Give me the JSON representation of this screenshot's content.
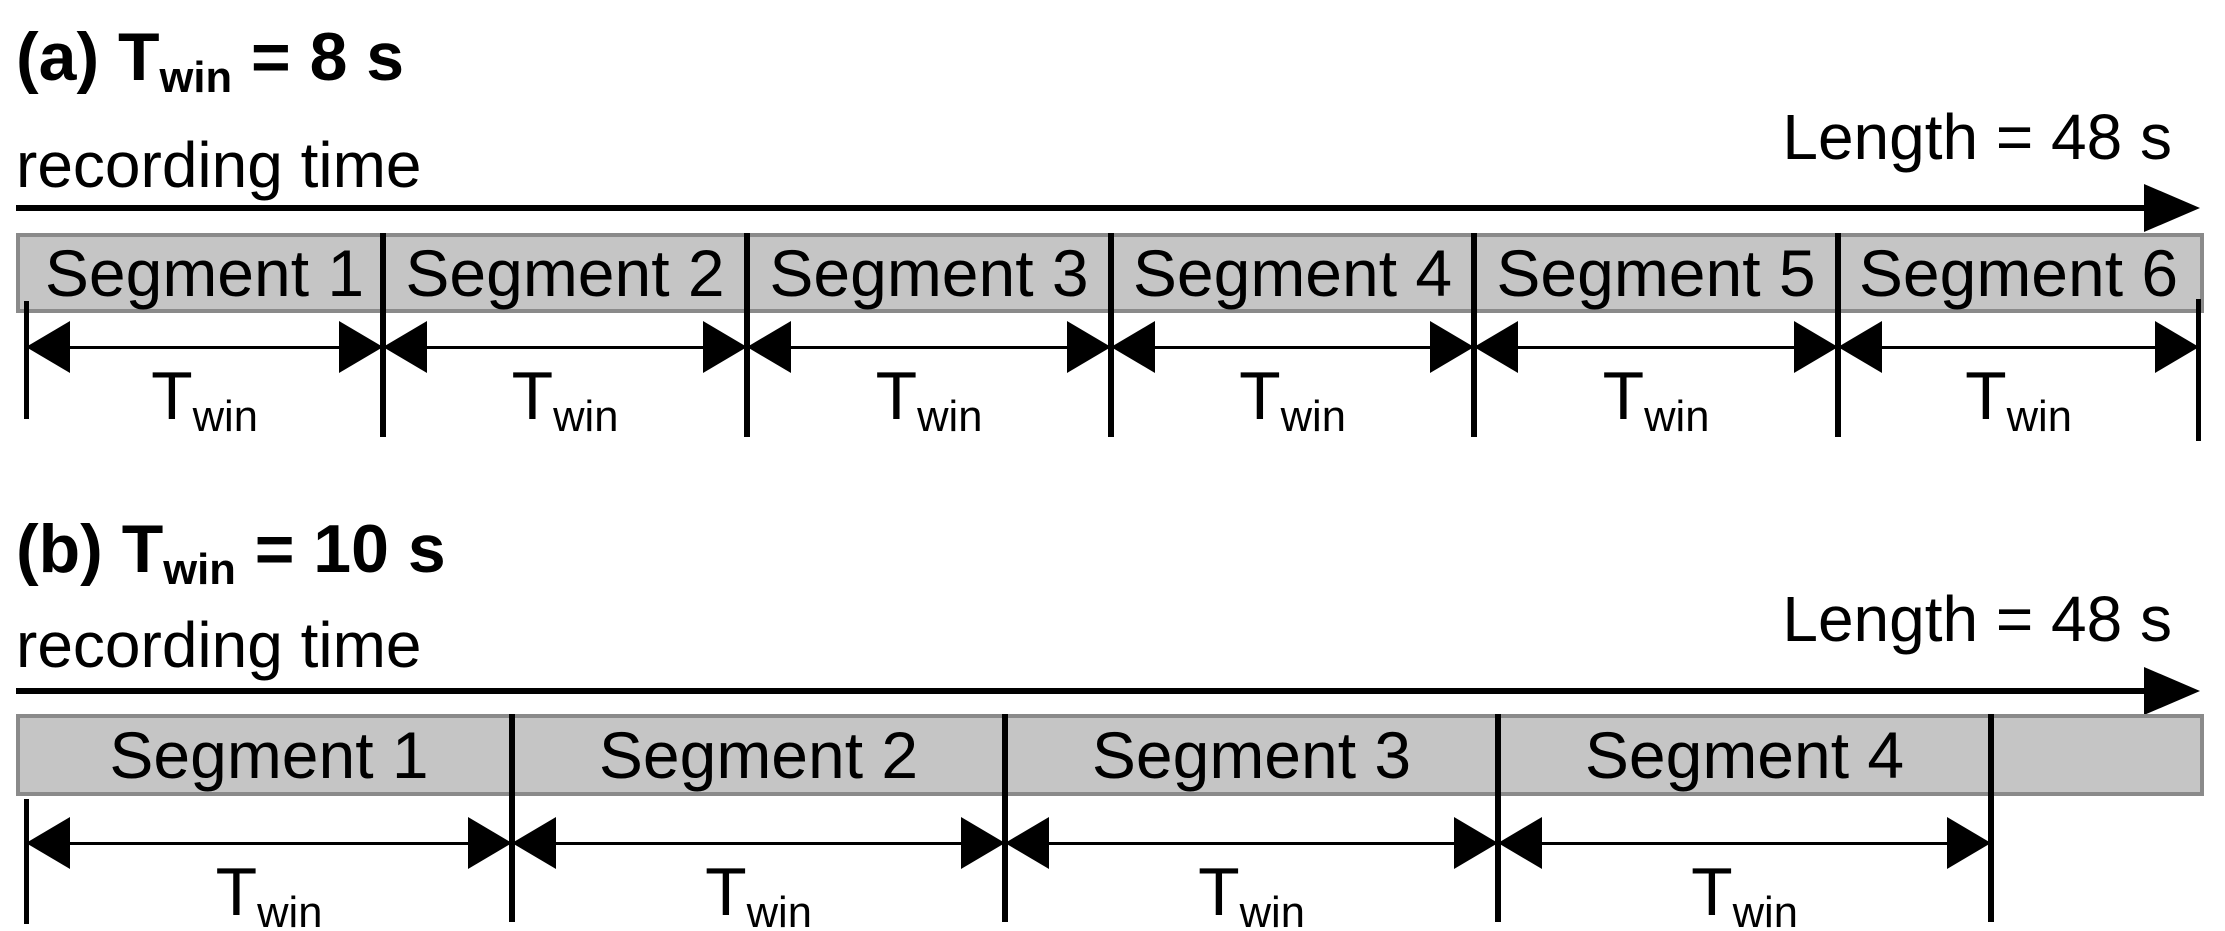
{
  "figure": {
    "colors": {
      "background": "#ffffff",
      "bar_fill": "#c5c5c5",
      "bar_border": "#8a8a8a",
      "line": "#000000"
    },
    "panels": [
      {
        "id": "a",
        "title": {
          "prefix": "(a) T",
          "sub": "win",
          "suffix": " = 8 s"
        },
        "window_seconds": 8,
        "total_seconds": 48,
        "recording_label": "recording time",
        "length_label": "Length = 48 s",
        "segments": [
          "Segment 1",
          "Segment 2",
          "Segment 3",
          "Segment 4",
          "Segment 5",
          "Segment 6"
        ],
        "segment_count": 6,
        "window_label": {
          "main": "T",
          "sub": "win"
        },
        "has_leftover": false
      },
      {
        "id": "b",
        "title": {
          "prefix": "(b) T",
          "sub": "win",
          "suffix": " = 10 s"
        },
        "window_seconds": 10,
        "total_seconds": 48,
        "recording_label": "recording time",
        "length_label": "Length = 48 s",
        "segments": [
          "Segment 1",
          "Segment 2",
          "Segment 3",
          "Segment 4"
        ],
        "segment_count": 4,
        "window_label": {
          "main": "T",
          "sub": "win"
        },
        "has_leftover": true
      }
    ]
  }
}
